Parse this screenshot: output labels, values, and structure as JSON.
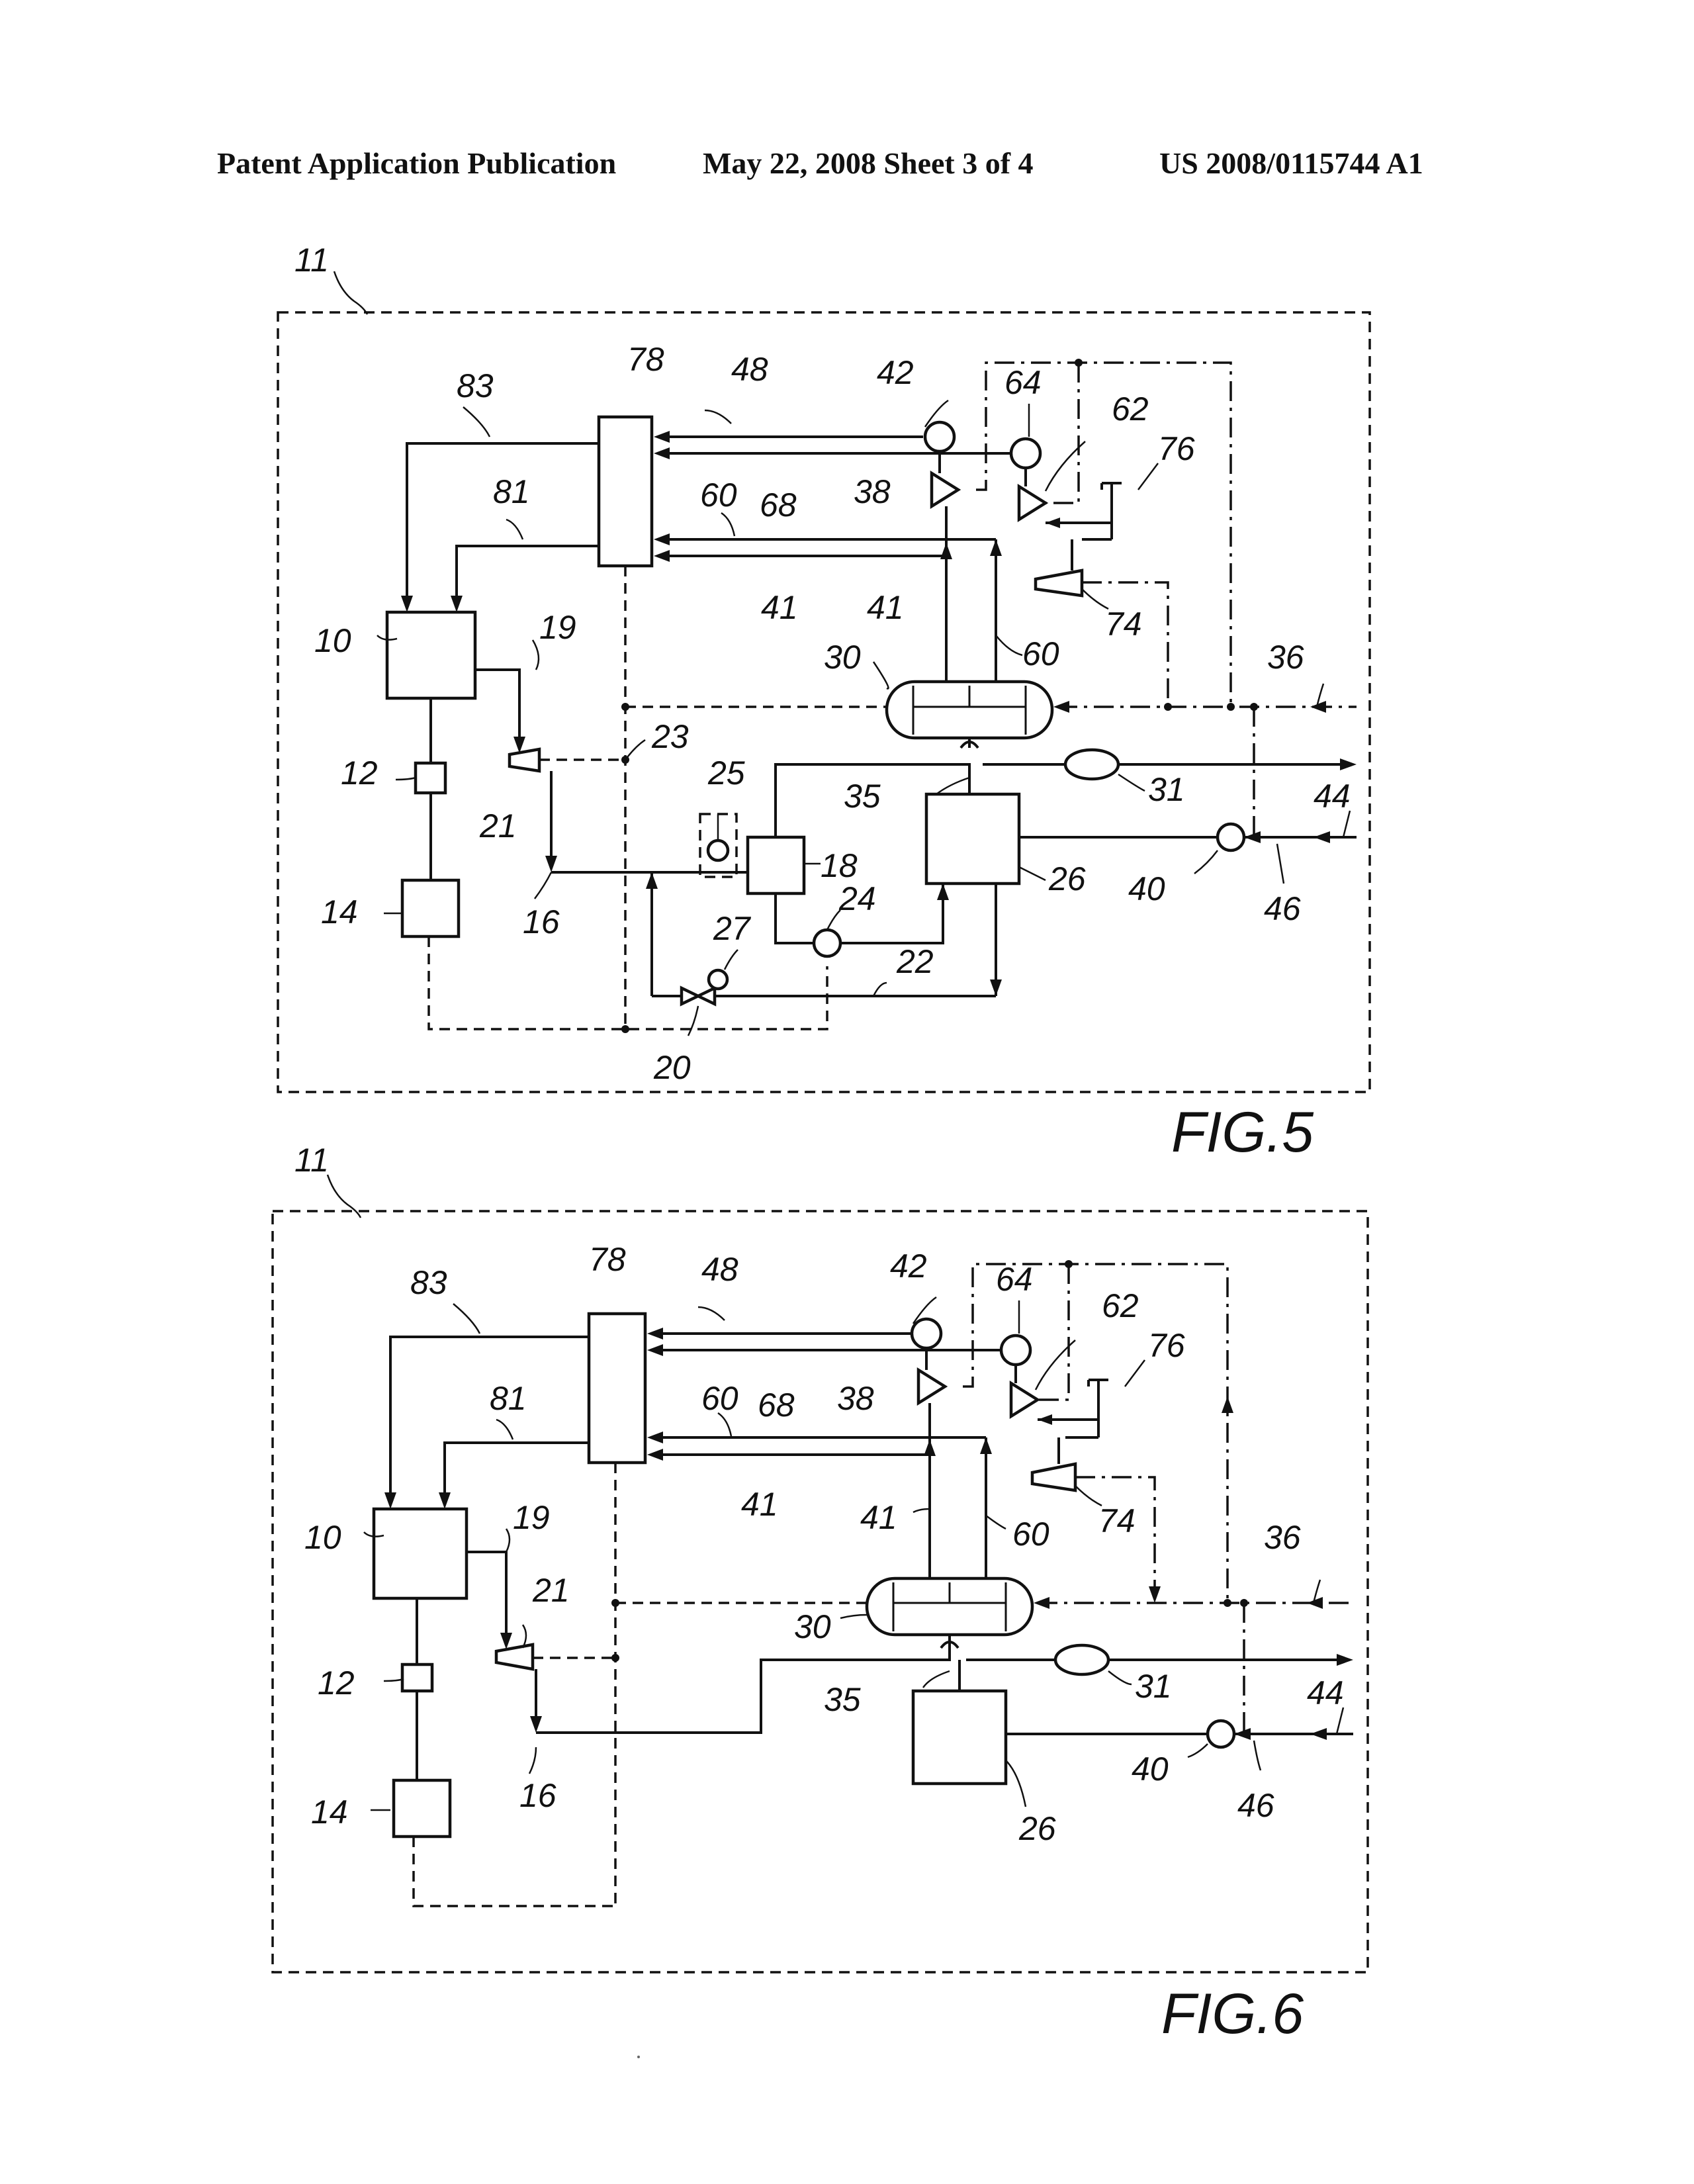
{
  "header": {
    "publication": "Patent Application Publication",
    "date_sheet": "May 22, 2008  Sheet 3 of 4",
    "number": "US 2008/0115744 A1"
  },
  "fig5": {
    "caption": "FIG.5",
    "labels": {
      "r11": "11",
      "r83": "83",
      "r78": "78",
      "r48": "48",
      "r42": "42",
      "r64": "64",
      "r62": "62",
      "r76": "76",
      "r81": "81",
      "r60a": "60",
      "r68": "68",
      "r38": "38",
      "r41a": "41",
      "r41b": "41",
      "r74": "74",
      "r10": "10",
      "r19": "19",
      "r30": "30",
      "r60b": "60",
      "r36": "36",
      "r23": "23",
      "r12": "12",
      "r21": "21",
      "r25": "25",
      "r35": "35",
      "r31": "31",
      "r44": "44",
      "r18": "18",
      "r26": "26",
      "r40": "40",
      "r46": "46",
      "r14": "14",
      "r16": "16",
      "r27": "27",
      "r24": "24",
      "r22": "22",
      "r20": "20"
    }
  },
  "fig6": {
    "caption": "FIG.6",
    "labels": {
      "r11": "11",
      "r83": "83",
      "r78": "78",
      "r48": "48",
      "r42": "42",
      "r64": "64",
      "r62": "62",
      "r76": "76",
      "r81": "81",
      "r60a": "60",
      "r68": "68",
      "r38": "38",
      "r41a": "41",
      "r41b": "41",
      "r74": "74",
      "r60b": "60",
      "r10": "10",
      "r19": "19",
      "r21": "21",
      "r36": "36",
      "r30": "30",
      "r12": "12",
      "r31": "31",
      "r35": "35",
      "r44": "44",
      "r40": "40",
      "r16": "16",
      "r46": "46",
      "r14": "14",
      "r26": "26"
    }
  }
}
